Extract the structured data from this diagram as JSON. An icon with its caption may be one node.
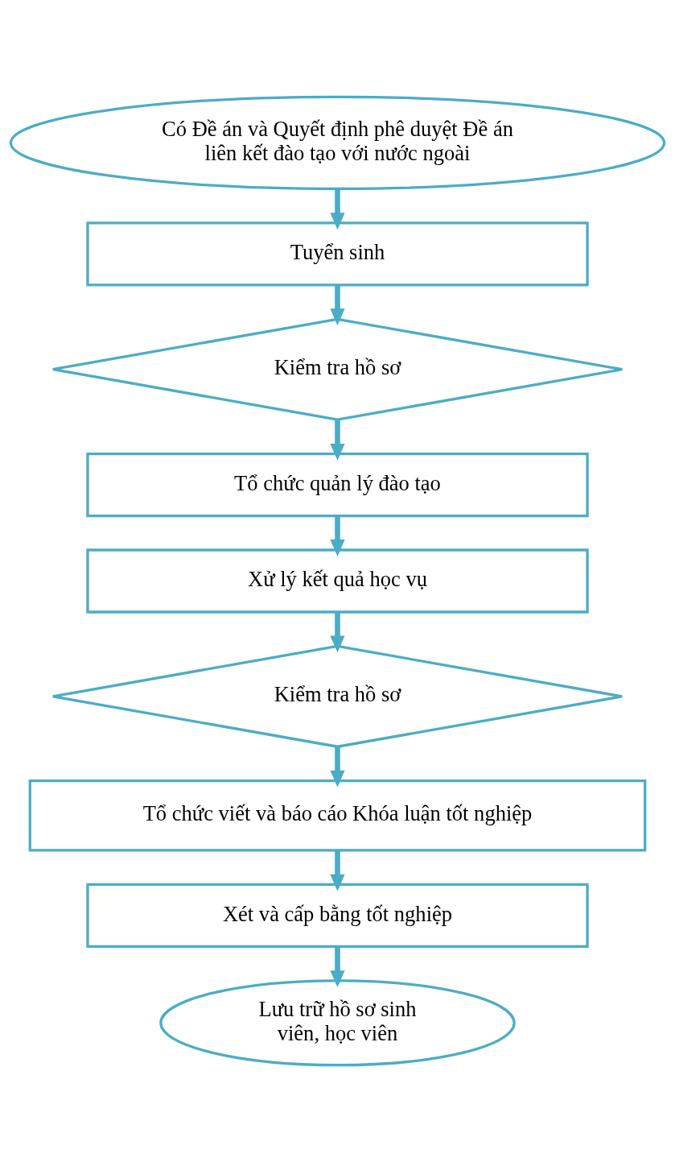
{
  "diagram": {
    "nodes": [
      {
        "text": [
          "Có Đề án và Quyết định phê duyệt Đề án liên kết đào tạo với nước ngoài"
        ]
      },
      {
        "text": [
          "Tuyển sinh"
        ]
      },
      {
        "text": [
          "Kiểm tra hồ sơ"
        ]
      },
      {
        "text": [
          "Tổ chức quản lý đào tạo"
        ]
      },
      {
        "text": [
          "Xử lý kết quả học vụ"
        ]
      },
      {
        "text": [
          "Kiểm tra hồ sơ"
        ]
      },
      {
        "text": [
          "Tổ chức viết và báo cáo Khóa luận tốt nghiệp"
        ]
      },
      {
        "text": [
          "Xét và cấp bằng tốt nghiệp"
        ]
      },
      {
        "text": [
          "Lưu trữ hồ sơ sinh viên, học viên"
        ]
      }
    ],
    "edges": [
      {
        "from": 0,
        "to": 1,
        "arrow": "to"
      },
      {
        "from": 1,
        "to": 2,
        "arrow": "to"
      },
      {
        "from": 2,
        "to": 3,
        "arrow": "to"
      },
      {
        "from": 3,
        "to": 4,
        "arrow": "to"
      },
      {
        "from": 4,
        "to": 5,
        "arrow": "to"
      },
      {
        "from": 5,
        "to": 6,
        "arrow": "to"
      },
      {
        "from": 6,
        "to": 7,
        "arrow": "to"
      },
      {
        "from": 7,
        "to": 8,
        "arrow": "to"
      }
    ]
  }
}
